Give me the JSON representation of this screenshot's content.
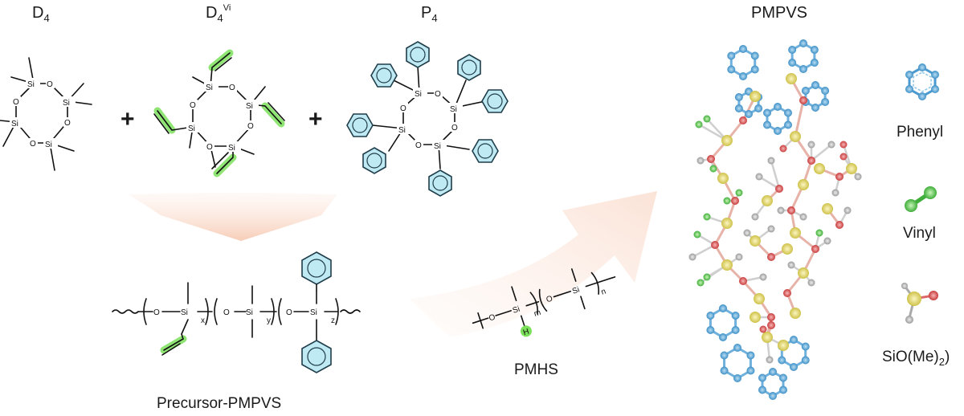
{
  "monomers": {
    "d4": {
      "name": "D",
      "sub": "4"
    },
    "d4vi": {
      "name": "D",
      "sub": "4",
      "sup": "Vi"
    },
    "p4": {
      "name": "P",
      "sub": "4"
    }
  },
  "plus_sign": "+",
  "atoms": {
    "silicon": "Si",
    "oxygen": "O"
  },
  "precursor": {
    "label": "Precursor-PMPVS",
    "subscripts": [
      "x",
      "y",
      "z"
    ]
  },
  "pmhs": {
    "label": "PMHS",
    "subscripts": [
      "m",
      "n"
    ],
    "hydrogen": "H"
  },
  "product": {
    "title": "PMPVS"
  },
  "legend": [
    {
      "label": "Phenyl",
      "color": "#5aa9d8"
    },
    {
      "label": "Vinyl",
      "color": "#6fd45a"
    },
    {
      "label": "SiO(Me)",
      "sub": "2",
      "colors": [
        "#e8dc6a",
        "#e06060",
        "#b8b8b8"
      ]
    }
  ],
  "colors": {
    "phenyl_fill": "#bfe9f3",
    "vinyl_highlight": "#7be05a",
    "arrow": "#f6c7ad"
  }
}
